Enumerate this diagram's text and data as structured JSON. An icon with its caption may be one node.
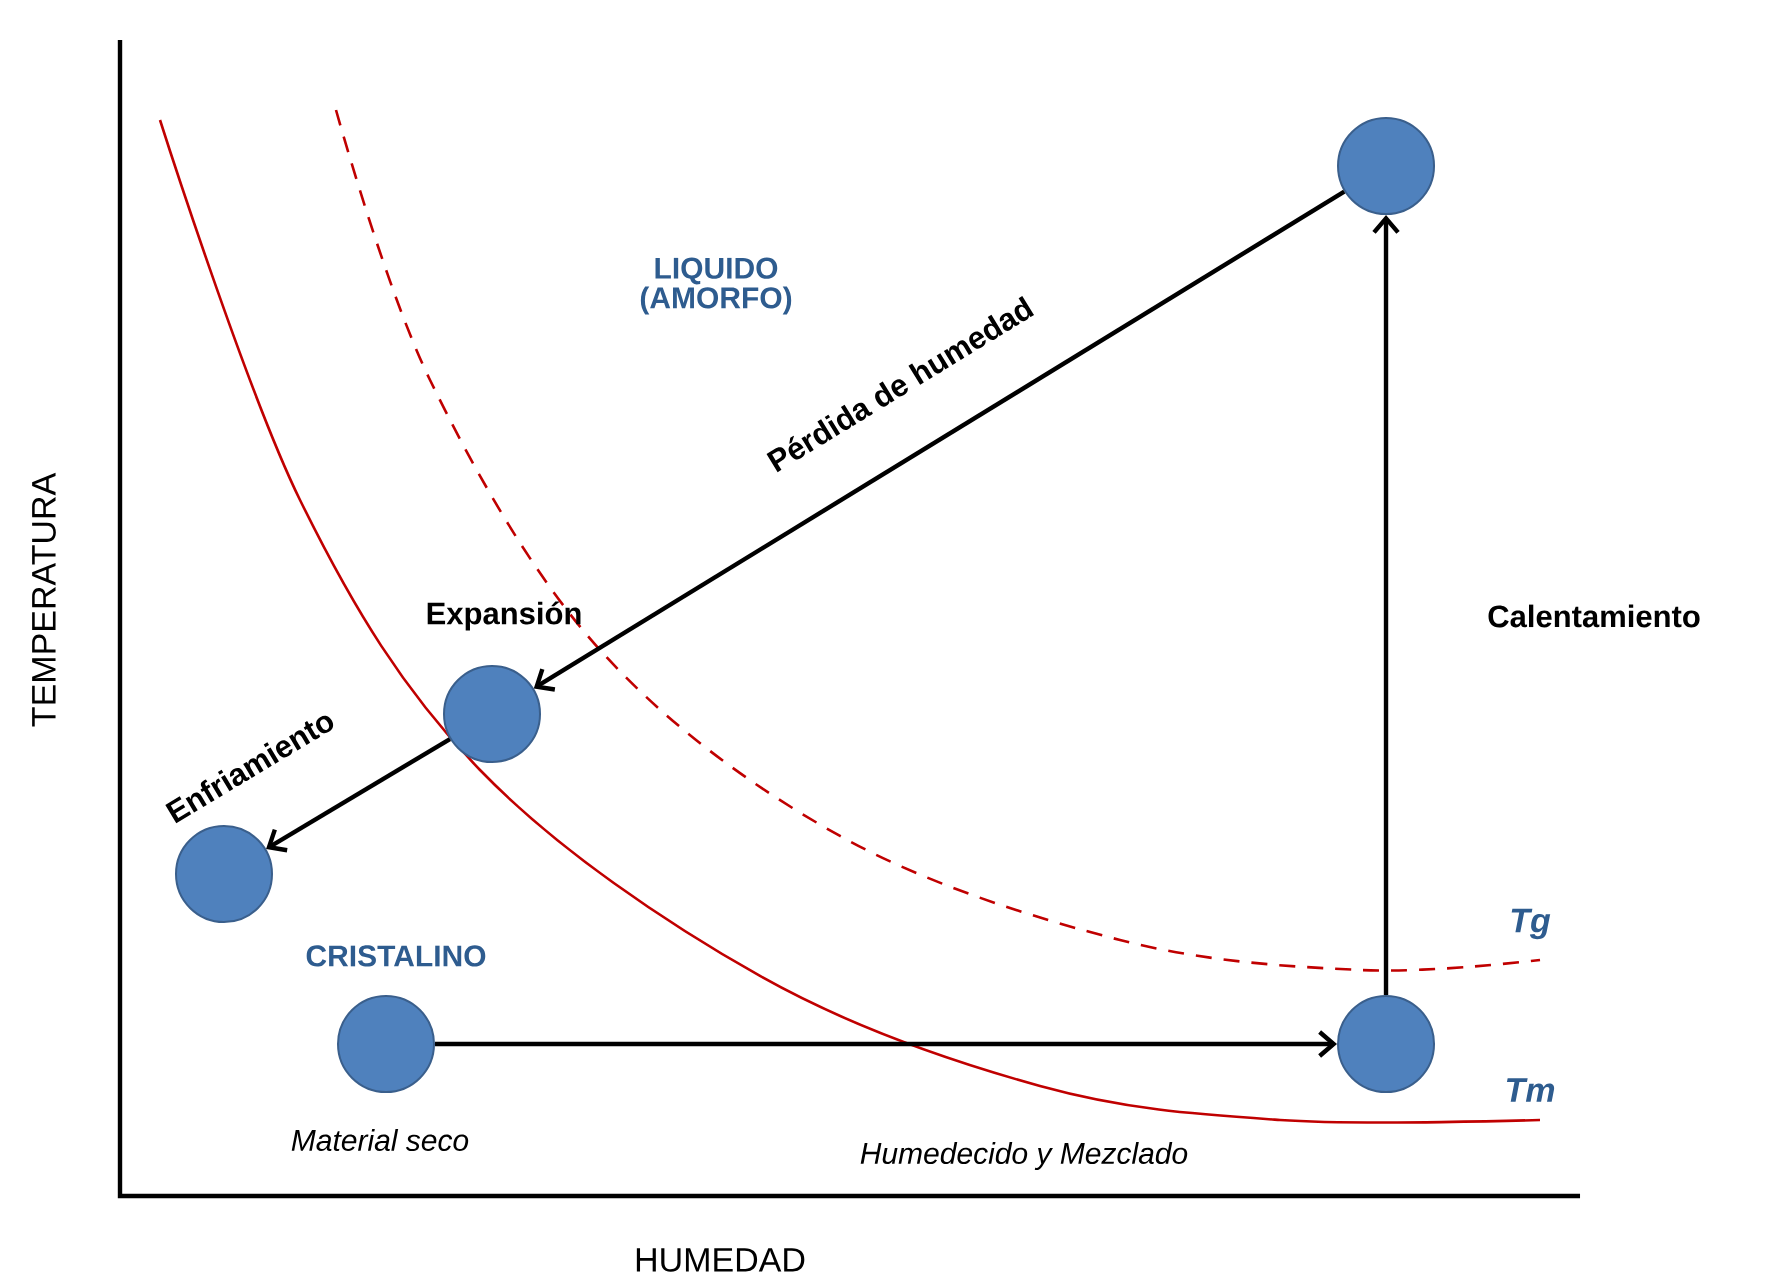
{
  "diagram": {
    "nodes": [
      {
        "text": [],
        "shape": "circle"
      },
      {
        "text": [],
        "shape": "circle",
        "beside": [
          "Expansión"
        ]
      },
      {
        "text": [],
        "shape": "circle"
      },
      {
        "text": [],
        "shape": "circle",
        "beside": [
          "Material seco"
        ]
      },
      {
        "text": [],
        "shape": "circle"
      }
    ],
    "edges": [
      {
        "from": 3,
        "to": 4,
        "arrow": "to"
      },
      {
        "from": 4,
        "to": 0,
        "arrow": "to",
        "label": "Calentamiento"
      },
      {
        "from": 0,
        "to": 1,
        "arrow": "to",
        "label": "Pérdida de humedad"
      },
      {
        "from": 1,
        "to": 2,
        "arrow": "to",
        "label": "Enfriamiento"
      }
    ],
    "labels": [
      "LIQUIDO (AMORFO)",
      "TEMPERATURA",
      "CRISTALINO",
      "Tg",
      "Tm",
      "Humedecido y Mezclado",
      "HUMEDAD"
    ]
  }
}
